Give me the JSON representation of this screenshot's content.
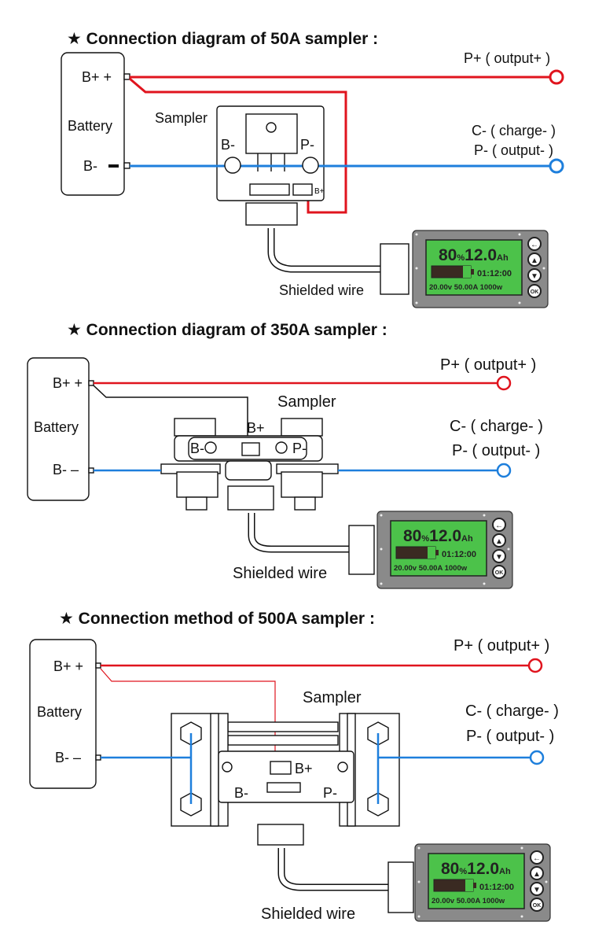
{
  "colors": {
    "positive_wire": "#e0141e",
    "negative_wire": "#1e7fdc",
    "display_screen": "#4cc24a",
    "display_body": "#8a8a8a"
  },
  "display": {
    "percent": "80",
    "percent_unit": "%",
    "capacity": "12.0",
    "capacity_unit": "Ah",
    "time": "01:12:00",
    "voltage": "20.00v",
    "current": "50.00A",
    "power": "1000w",
    "buttons": [
      "back-icon",
      "up-icon",
      "down-icon",
      "OK"
    ],
    "battery_level_percent": 80
  },
  "sections": [
    {
      "title": "★  Connection diagram of 50A sampler :",
      "battery": {
        "label": "Battery",
        "pos": "B+ +",
        "neg": "B-"
      },
      "sampler_label": "Sampler",
      "sampler_neg": "B-",
      "sampler_pos": "P-",
      "sampler_bplus": "B+",
      "output_pos": "P+ ( output+ )",
      "charge_neg": "C- ( charge- )",
      "output_neg": "P- ( output- )",
      "cable": "Shielded wire"
    },
    {
      "title": "★  Connection diagram of 350A sampler :",
      "battery": {
        "label": "Battery",
        "pos": "B+ +",
        "neg": "B-  –"
      },
      "sampler_label": "Sampler",
      "sampler_neg": "B-",
      "sampler_pos": "P-",
      "sampler_bplus": "B+",
      "output_pos": "P+ ( output+ )",
      "charge_neg": "C- ( charge- )",
      "output_neg": "P- ( output- )",
      "cable": "Shielded wire"
    },
    {
      "title": "★  Connection method of 500A sampler :",
      "battery": {
        "label": "Battery",
        "pos": "B+ +",
        "neg": "B-  –"
      },
      "sampler_label": "Sampler",
      "sampler_neg": "B-",
      "sampler_pos": "P-",
      "sampler_bplus": "B+",
      "output_pos": "P+ ( output+ )",
      "charge_neg": "C- ( charge- )",
      "output_neg": "P- ( output- )",
      "cable": "Shielded wire"
    }
  ]
}
